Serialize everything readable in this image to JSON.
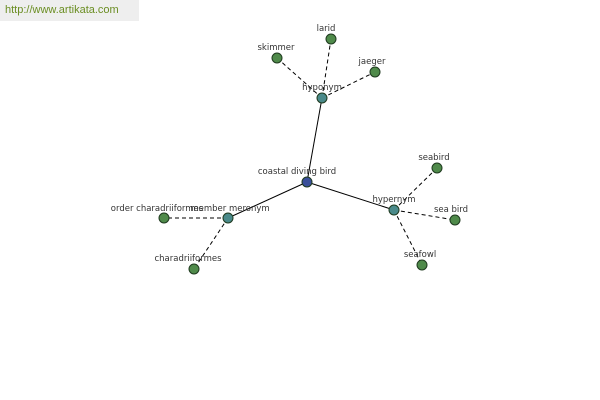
{
  "watermark": {
    "text": "http://www.artikata.com"
  },
  "colors": {
    "center_fill": "#3a4f9a",
    "relation_fill": "#4a8a8a",
    "leaf_fill": "#4f8a4a",
    "node_stroke": "#1f3a1f",
    "watermark_bg": "#eeeeee",
    "watermark_text": "#6b8e23"
  },
  "graph": {
    "center": {
      "label": "coastal diving bird"
    },
    "relations": [
      {
        "key": "hyponym",
        "label": "hyponym",
        "leaves": [
          {
            "label": "larid"
          },
          {
            "label": "skimmer"
          },
          {
            "label": "jaeger"
          }
        ]
      },
      {
        "key": "hypernym",
        "label": "hypernym",
        "leaves": [
          {
            "label": "seabird"
          },
          {
            "label": "sea bird"
          },
          {
            "label": "seafowl"
          }
        ]
      },
      {
        "key": "member-meronym",
        "label": "member meronym",
        "leaves": [
          {
            "label": "order charadriiformes"
          },
          {
            "label": "charadriiformes"
          }
        ]
      }
    ]
  }
}
